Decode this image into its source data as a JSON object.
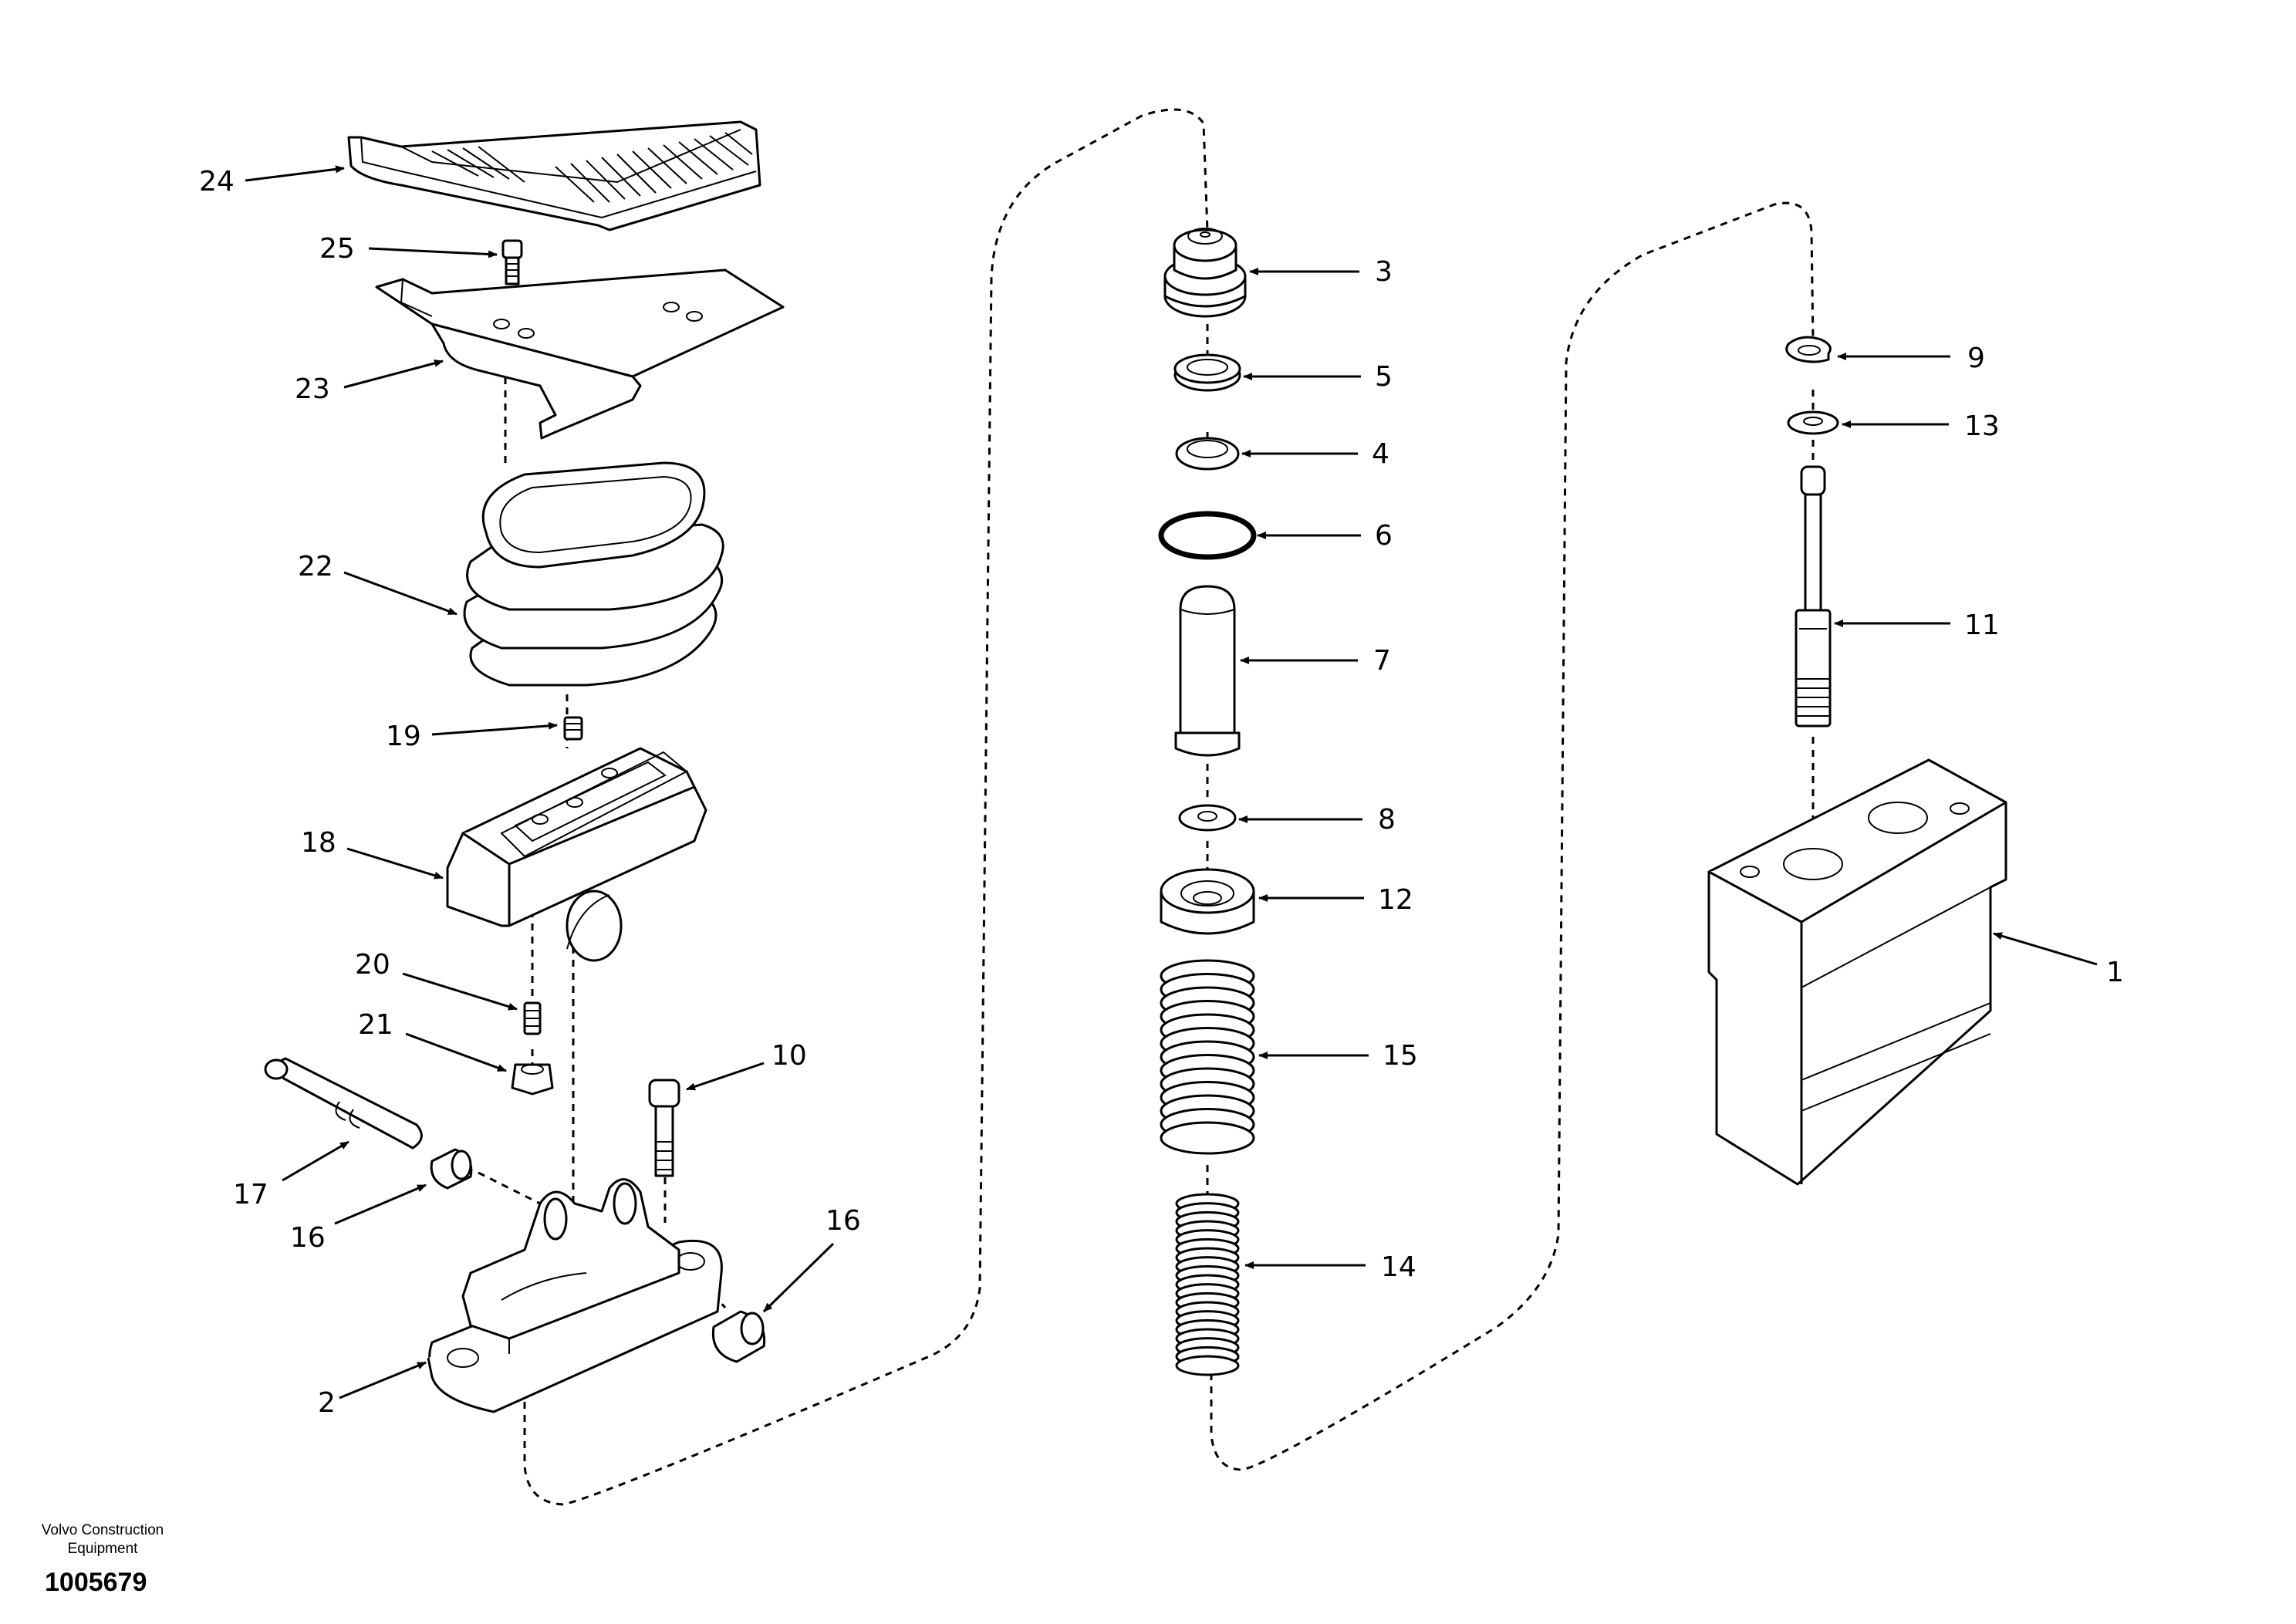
{
  "diagram": {
    "callouts": [
      {
        "id": "24",
        "text": "24"
      },
      {
        "id": "25",
        "text": "25"
      },
      {
        "id": "23",
        "text": "23"
      },
      {
        "id": "22",
        "text": "22"
      },
      {
        "id": "19",
        "text": "19"
      },
      {
        "id": "18",
        "text": "18"
      },
      {
        "id": "20",
        "text": "20"
      },
      {
        "id": "21",
        "text": "21"
      },
      {
        "id": "10",
        "text": "10"
      },
      {
        "id": "17",
        "text": "17"
      },
      {
        "id": "16a",
        "text": "16"
      },
      {
        "id": "16b",
        "text": "16"
      },
      {
        "id": "2",
        "text": "2"
      },
      {
        "id": "3",
        "text": "3"
      },
      {
        "id": "5",
        "text": "5"
      },
      {
        "id": "4",
        "text": "4"
      },
      {
        "id": "6",
        "text": "6"
      },
      {
        "id": "7",
        "text": "7"
      },
      {
        "id": "8",
        "text": "8"
      },
      {
        "id": "12",
        "text": "12"
      },
      {
        "id": "15",
        "text": "15"
      },
      {
        "id": "14",
        "text": "14"
      },
      {
        "id": "9",
        "text": "9"
      },
      {
        "id": "13",
        "text": "13"
      },
      {
        "id": "11",
        "text": "11"
      },
      {
        "id": "1",
        "text": "1"
      }
    ]
  },
  "footer": {
    "company_line1": "Volvo Construction",
    "company_line2": "Equipment",
    "drawing_number": "1005679"
  }
}
